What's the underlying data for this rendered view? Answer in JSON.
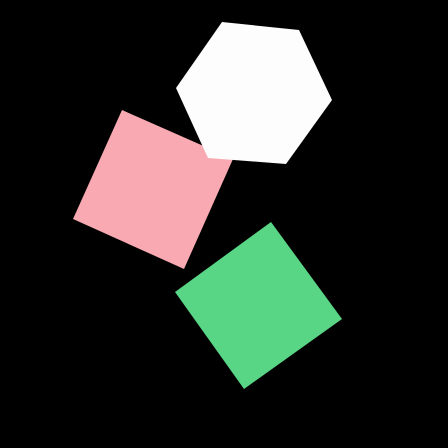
{
  "scene": {
    "background_color": "#000000",
    "shapes": [
      {
        "name": "pink-square",
        "kind": "square",
        "color": "#F8A9B1"
      },
      {
        "name": "white-hexagon",
        "kind": "hexagon",
        "color": "#FDFDFD"
      },
      {
        "name": "green-square",
        "kind": "square",
        "color": "#59D586"
      }
    ]
  }
}
